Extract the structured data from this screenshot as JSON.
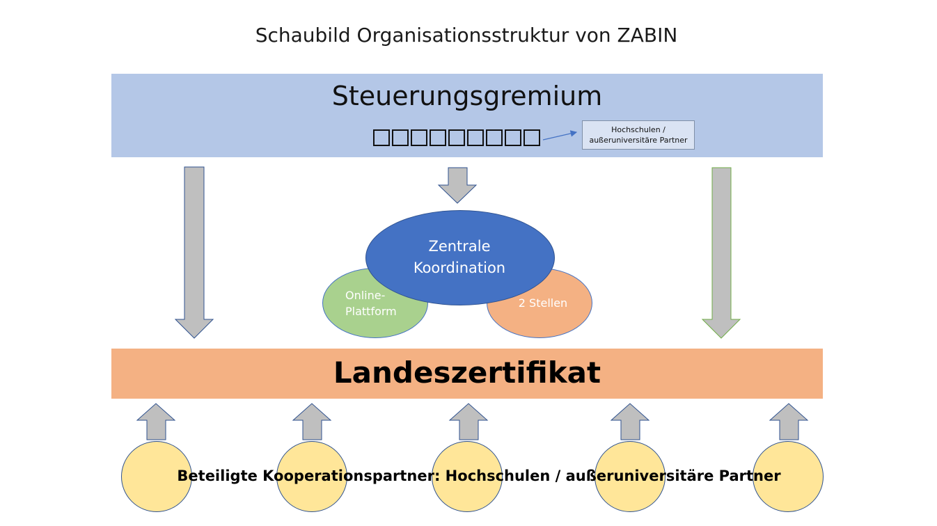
{
  "title": "Schaubild Organisationsstruktur von ZABIN",
  "steuerungsgremium": {
    "label": "Steuerungsgremium",
    "members_placeholder": "□□□□□□□□□",
    "member_count": 9,
    "linked_box": {
      "line1": "Hochschulen /",
      "line2": "außeruniversitäre Partner"
    }
  },
  "coordination": {
    "center_line1": "Zentrale",
    "center_line2": "Koordination",
    "left_line1": "Online-",
    "left_line2": "Plattform",
    "right": "2 Stellen"
  },
  "landeszertifikat": {
    "label": "Landeszertifikat"
  },
  "partners": {
    "label": "Beteiligte Kooperationspartner: Hochschulen / außeruniversitäre Partner",
    "count": 5
  },
  "colors": {
    "steuer_bar": "#b4c7e7",
    "land_bar": "#f4b183",
    "center_ellipse": "#4472c4",
    "green_ellipse": "#a9d18e",
    "orange_ellipse": "#f4b183",
    "partner_circle": "#ffe699",
    "arrow_fill": "#bfbfbf"
  }
}
